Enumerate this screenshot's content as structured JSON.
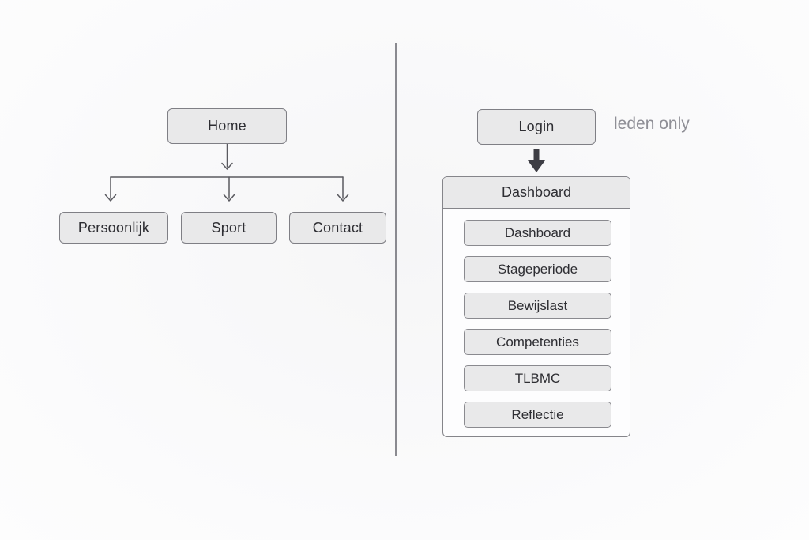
{
  "left_sitemap": {
    "root_label": "Home",
    "children": [
      {
        "label": "Persoonlijk"
      },
      {
        "label": "Sport"
      },
      {
        "label": "Contact"
      }
    ]
  },
  "right_sitemap": {
    "login_label": "Login",
    "annotation": "leden only",
    "panel_header": "Dashboard",
    "pages": [
      {
        "label": "Dashboard"
      },
      {
        "label": "Stageperiode"
      },
      {
        "label": "Bewijslast"
      },
      {
        "label": "Competenties"
      },
      {
        "label": "TLBMC"
      },
      {
        "label": "Reflectie"
      }
    ]
  },
  "colors": {
    "node_fill": "#e9e9ea",
    "node_border": "#7f7f85",
    "node_text": "#2e2e33",
    "connector": "#5a5a60",
    "thick_arrow": "#3e3e45",
    "annotation_text": "#8f8f96",
    "divider": "#8a8a90",
    "panel_body": "#fdfdfe"
  }
}
